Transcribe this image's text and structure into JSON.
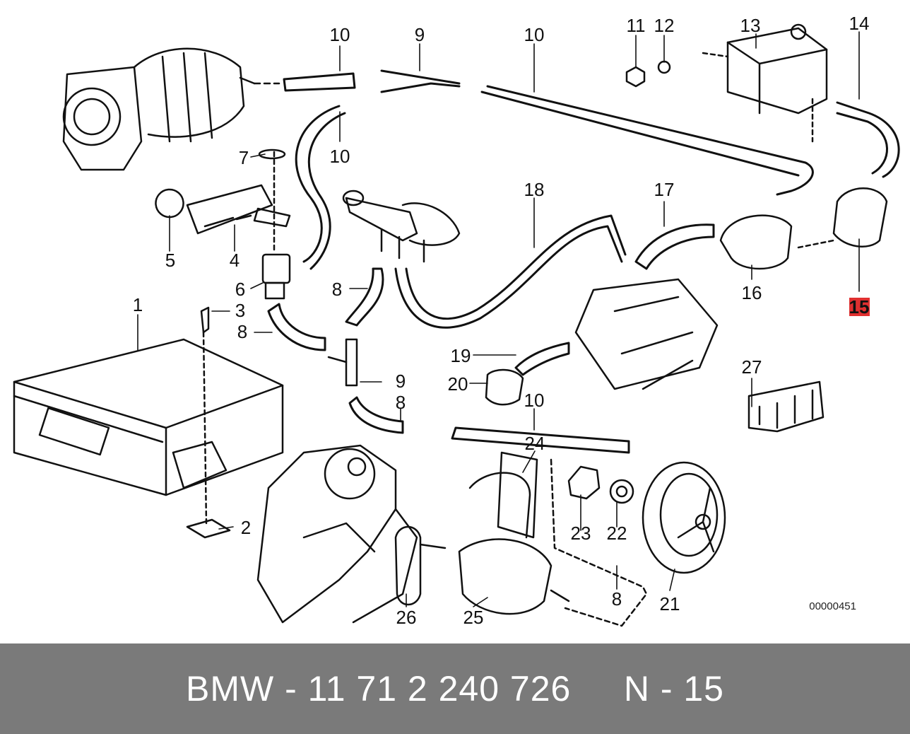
{
  "diagram": {
    "reference_number": "00000451",
    "highlighted_callout": "15",
    "highlight_color": "#e03030",
    "callouts": [
      {
        "id": "c1",
        "text": "1"
      },
      {
        "id": "c2",
        "text": "2"
      },
      {
        "id": "c3",
        "text": "3"
      },
      {
        "id": "c4",
        "text": "4"
      },
      {
        "id": "c5",
        "text": "5"
      },
      {
        "id": "c6",
        "text": "6"
      },
      {
        "id": "c7",
        "text": "7"
      },
      {
        "id": "c8a",
        "text": "8"
      },
      {
        "id": "c8b",
        "text": "8"
      },
      {
        "id": "c8c",
        "text": "8"
      },
      {
        "id": "c8d",
        "text": "8"
      },
      {
        "id": "c9a",
        "text": "9"
      },
      {
        "id": "c9b",
        "text": "9"
      },
      {
        "id": "c10a",
        "text": "10"
      },
      {
        "id": "c10b",
        "text": "10"
      },
      {
        "id": "c10c",
        "text": "10"
      },
      {
        "id": "c10d",
        "text": "10"
      },
      {
        "id": "c11",
        "text": "11"
      },
      {
        "id": "c12",
        "text": "12"
      },
      {
        "id": "c13",
        "text": "13"
      },
      {
        "id": "c14",
        "text": "14"
      },
      {
        "id": "c15",
        "text": "15"
      },
      {
        "id": "c16",
        "text": "16"
      },
      {
        "id": "c17",
        "text": "17"
      },
      {
        "id": "c18",
        "text": "18"
      },
      {
        "id": "c19",
        "text": "19"
      },
      {
        "id": "c20",
        "text": "20"
      },
      {
        "id": "c21",
        "text": "21"
      },
      {
        "id": "c22",
        "text": "22"
      },
      {
        "id": "c23",
        "text": "23"
      },
      {
        "id": "c24",
        "text": "24"
      },
      {
        "id": "c25",
        "text": "25"
      },
      {
        "id": "c26",
        "text": "26"
      },
      {
        "id": "c27",
        "text": "27"
      }
    ]
  },
  "footer": {
    "part_text": "BMW - 11 71 2 240 726",
    "position_text": "N - 15"
  }
}
